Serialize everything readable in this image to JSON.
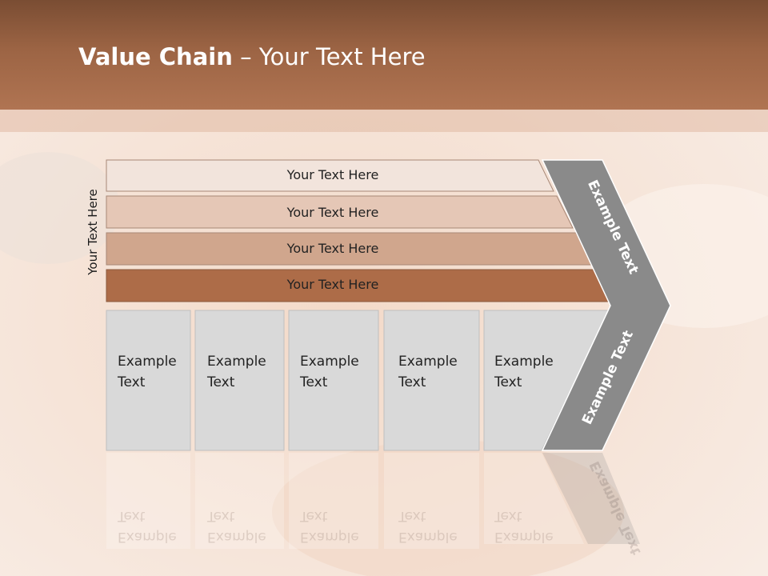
{
  "slide": {
    "title_bold": "Value Chain",
    "title_rest": " – Your Text Here",
    "side_label": "Your Text Here"
  },
  "bars": [
    {
      "label": "Your Text Here",
      "color": "#f2e4dc"
    },
    {
      "label": "Your Text Here",
      "color": "#e5c7b6"
    },
    {
      "label": "Your Text Here",
      "color": "#d0a68d"
    },
    {
      "label": "Your Text Here",
      "color": "#ad6c48"
    }
  ],
  "boxes": [
    {
      "line1": "Example",
      "line2": "Text"
    },
    {
      "line1": "Example",
      "line2": "Text"
    },
    {
      "line1": "Example",
      "line2": "Text"
    },
    {
      "line1": "Example",
      "line2": "Text"
    },
    {
      "line1": "Example",
      "line2": "Text"
    }
  ],
  "chevron": {
    "upper_label": "Example Text",
    "lower_label": "Example Text",
    "color": "#8a8a8a"
  },
  "colors": {
    "header": "#9c6444",
    "box_fill": "#d9d9d9",
    "box_border": "#bfbfbf"
  }
}
